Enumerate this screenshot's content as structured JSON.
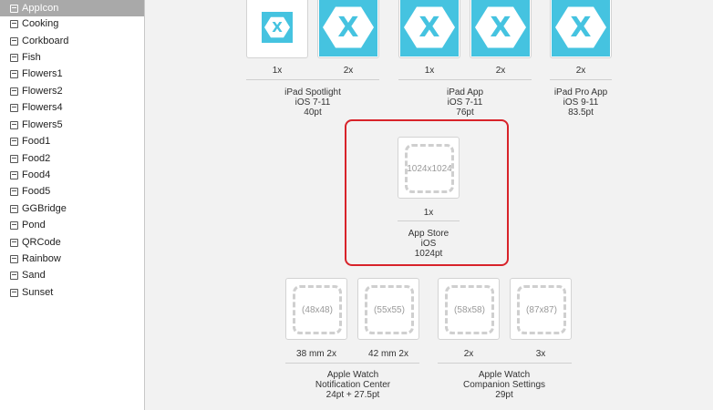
{
  "sidebar": {
    "items": [
      {
        "label": "AppIcon",
        "selected": true
      },
      {
        "label": "Cooking"
      },
      {
        "label": "Corkboard"
      },
      {
        "label": "Fish"
      },
      {
        "label": "Flowers1"
      },
      {
        "label": "Flowers2"
      },
      {
        "label": "Flowers4"
      },
      {
        "label": "Flowers5"
      },
      {
        "label": "Food1"
      },
      {
        "label": "Food2"
      },
      {
        "label": "Food4"
      },
      {
        "label": "Food5"
      },
      {
        "label": "GGBridge"
      },
      {
        "label": "Pond"
      },
      {
        "label": "QRCode"
      },
      {
        "label": "Rainbow"
      },
      {
        "label": "Sand"
      },
      {
        "label": "Sunset"
      }
    ]
  },
  "groups": {
    "ipad_spotlight": {
      "scales": [
        "1x",
        "2x"
      ],
      "name": "iPad Spotlight",
      "os": "iOS 7-11",
      "size": "40pt"
    },
    "ipad_app": {
      "scales": [
        "1x",
        "2x"
      ],
      "name": "iPad App",
      "os": "iOS 7-11",
      "size": "76pt"
    },
    "ipad_pro_app": {
      "scales": [
        "2x"
      ],
      "name": "iPad Pro App",
      "os": "iOS 9-11",
      "size": "83.5pt"
    },
    "app_store": {
      "scales": [
        "1x"
      ],
      "placeholder": "1024x1024",
      "name": "App Store",
      "os": "iOS",
      "size": "1024pt"
    },
    "watch_notification": {
      "scales": [
        "38 mm 2x",
        "42 mm 2x"
      ],
      "placeholders": [
        "(48x48)",
        "(55x55)"
      ],
      "name": "Apple Watch",
      "sub": "Notification Center",
      "size": "24pt + 27.5pt"
    },
    "watch_companion": {
      "scales": [
        "2x",
        "3x"
      ],
      "placeholders": [
        "(58x58)",
        "(87x87)"
      ],
      "name": "Apple Watch",
      "sub": "Companion Settings",
      "size": "29pt"
    }
  },
  "icon_glyph": "X",
  "colors": {
    "accent": "#45c3e0",
    "selection": "#d8232a",
    "sidebar_selected": "#a9a9a9"
  }
}
